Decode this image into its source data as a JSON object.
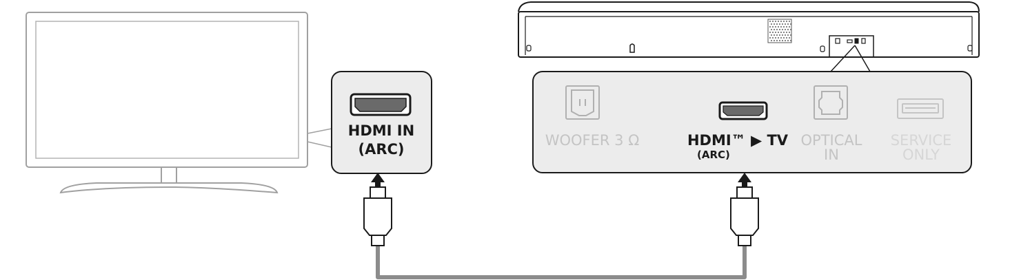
{
  "tv": {
    "port": {
      "line1": "HDMI IN",
      "line2": "(ARC)"
    }
  },
  "soundbar": {
    "ports": {
      "woofer": {
        "label": "WOOFER 3 Ω"
      },
      "hdmi": {
        "label": "HDMI™ ▶ TV",
        "sub": "(ARC)"
      },
      "optical": {
        "line1": "OPTICAL",
        "line2": "IN"
      },
      "service": {
        "line1": "SERVICE",
        "line2": "ONLY"
      }
    }
  },
  "colors": {
    "outline": "#9a9a9a",
    "dark_outline": "#1a1a1a",
    "panel_fill": "#ececec",
    "cable": "#8c8c8c",
    "port_fill": "#6a6a6a"
  }
}
